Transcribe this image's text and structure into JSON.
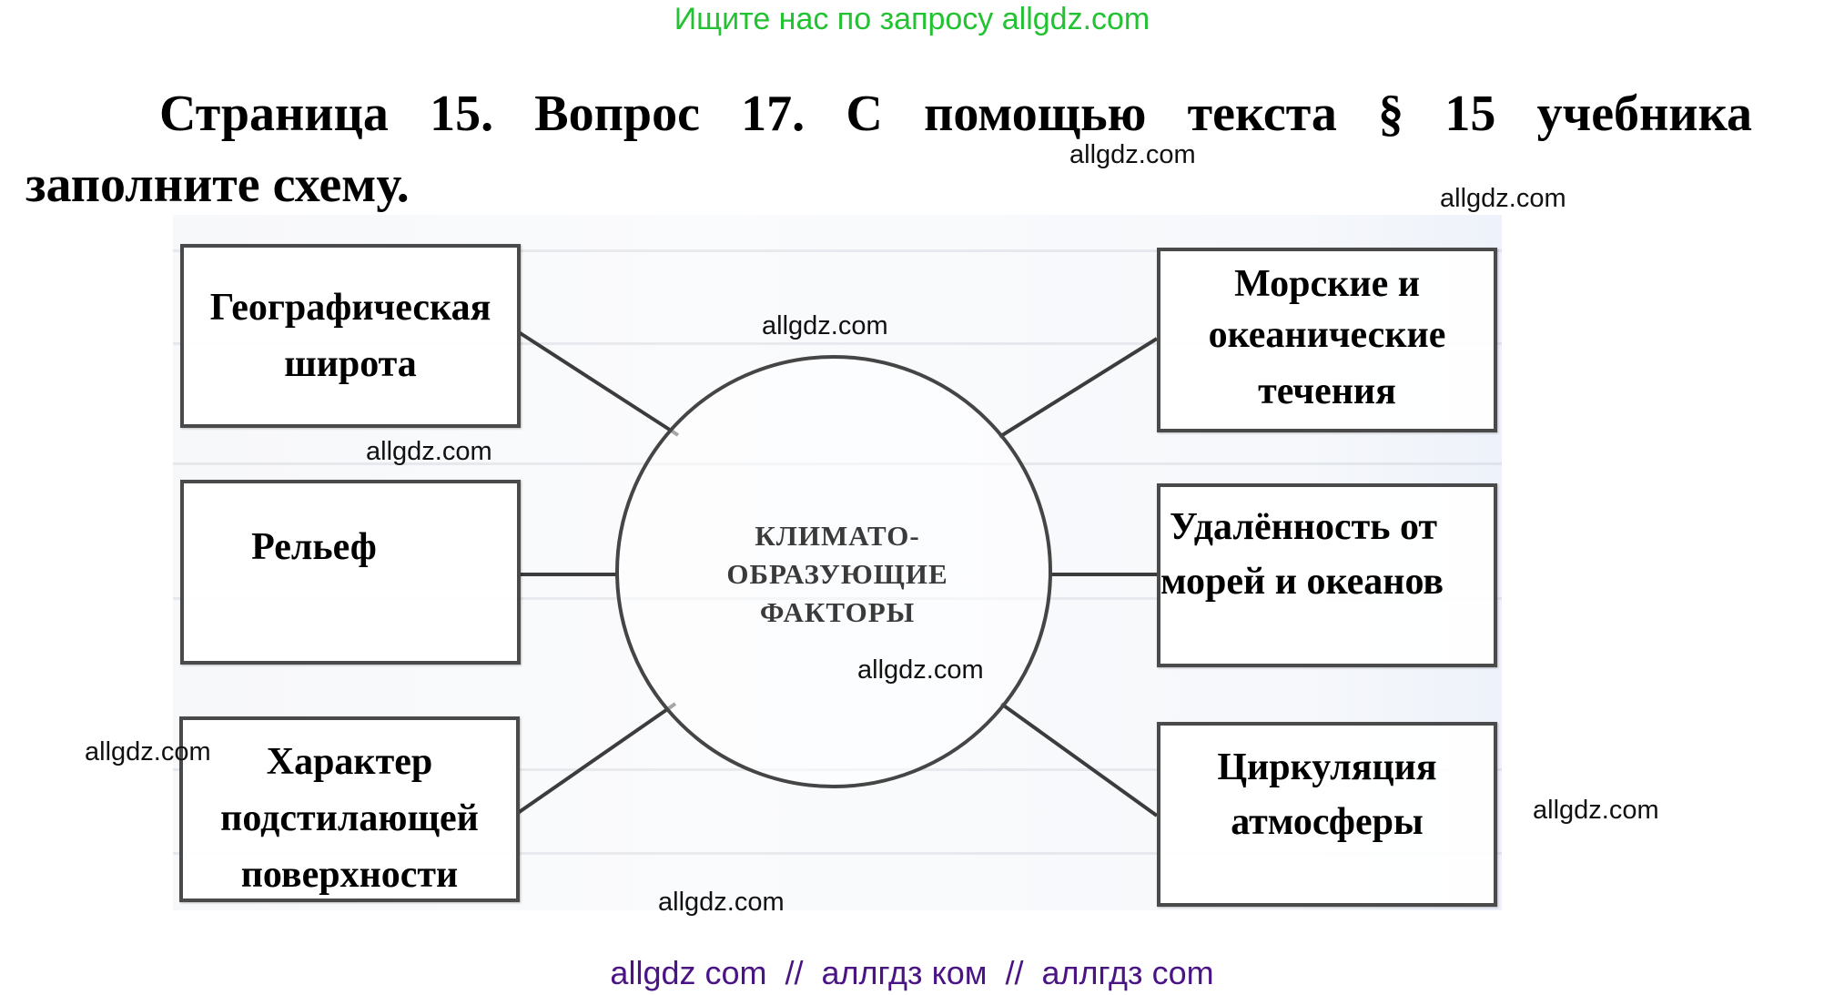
{
  "header": {
    "promo_text": "Ищите нас по запросу allgdz.com",
    "promo_color": "#22c232"
  },
  "question": {
    "line1": "Страница 15. Вопрос 17. С помощью текста § 15 учебника",
    "line2": "заполните схему."
  },
  "diagram": {
    "center_lines": [
      "КЛИМАТО-",
      "ОБРАЗУЮЩИЕ",
      "ФАКТОРЫ"
    ],
    "boxes": {
      "top_left": [
        "Географическая",
        "широта"
      ],
      "middle_left": [
        "Рельеф"
      ],
      "bottom_left": [
        "Характер",
        "подстилающей",
        "поверхности"
      ],
      "top_right": [
        "Морские и",
        "океанические",
        "течения"
      ],
      "middle_right": [
        "Удалённость от",
        "морей и океанов"
      ],
      "bottom_right": [
        "Циркуляция",
        "атмосферы"
      ]
    }
  },
  "watermarks": [
    "allgdz.com",
    "allgdz.com",
    "allgdz.com",
    "allgdz.com",
    "allgdz.com",
    "allgdz.com",
    "allgdz.com",
    "allgdz.com"
  ],
  "footer": {
    "text": "allgdz com  //  аллгдз ком  //  аллгдз com",
    "color": "#4b1485"
  }
}
